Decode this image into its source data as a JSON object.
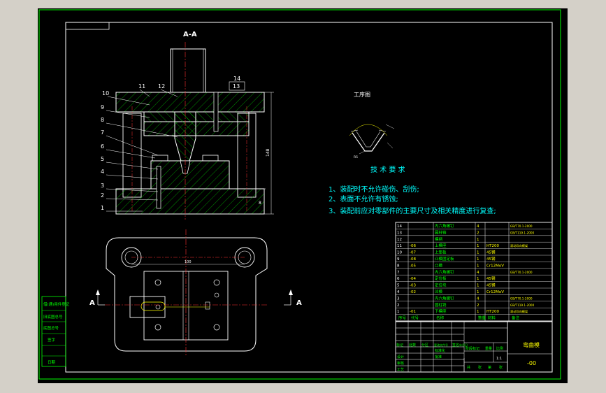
{
  "section_label": "A-A",
  "cut_label_left": "A",
  "cut_label_right": "A",
  "process_title": "工序图",
  "tech_title": "技 术 要 求",
  "tech_notes": [
    "1、装配时不允许碰伤、刮伤;",
    "2、表面不允许有锈蚀;",
    "3、装配前应对零部件的主要尺寸及相关精度进行复查;"
  ],
  "balloons": [
    "1",
    "2",
    "3",
    "4",
    "5",
    "6",
    "7",
    "8",
    "9",
    "10",
    "11",
    "12",
    "13",
    "14"
  ],
  "dim_width": "100",
  "dim_height": "148",
  "dim_base": "8",
  "radius_label": "R5",
  "bom_rows": [
    {
      "no": "14",
      "code": "",
      "name": "内六角螺钉",
      "qty": "4",
      "mat": "",
      "note": "GB/T70.1-2000"
    },
    {
      "no": "13",
      "code": "",
      "name": "圆柱销",
      "qty": "2",
      "mat": "",
      "note": "GB/T119.1-2000"
    },
    {
      "no": "12",
      "code": "",
      "name": "模柄",
      "qty": "1",
      "mat": "",
      "note": ""
    },
    {
      "no": "11",
      "code": "-06",
      "name": "上模座",
      "qty": "1",
      "mat": "HT200",
      "note": "滚动导向模架"
    },
    {
      "no": "10",
      "code": "-07",
      "name": "上垫板",
      "qty": "1",
      "mat": "45钢",
      "note": ""
    },
    {
      "no": "9",
      "code": "-08",
      "name": "凸模固定板",
      "qty": "1",
      "mat": "45钢",
      "note": ""
    },
    {
      "no": "8",
      "code": "-05",
      "name": "凸模",
      "qty": "1",
      "mat": "Cr12MoV",
      "note": ""
    },
    {
      "no": "7",
      "code": "",
      "name": "内六角螺钉",
      "qty": "4",
      "mat": "",
      "note": "GB/T70.1-2000"
    },
    {
      "no": "6",
      "code": "-04",
      "name": "定位板",
      "qty": "1",
      "mat": "45钢",
      "note": ""
    },
    {
      "no": "5",
      "code": "-03",
      "name": "定位块",
      "qty": "1",
      "mat": "45钢",
      "note": ""
    },
    {
      "no": "4",
      "code": "-02",
      "name": "凹模",
      "qty": "1",
      "mat": "Cr12MoV",
      "note": ""
    },
    {
      "no": "3",
      "code": "",
      "name": "内六角螺钉",
      "qty": "4",
      "mat": "",
      "note": "GB/T70.1-2000"
    },
    {
      "no": "2",
      "code": "",
      "name": "圆柱销",
      "qty": "2",
      "mat": "",
      "note": "GB/T119.1-2000"
    },
    {
      "no": "1",
      "code": "-01",
      "name": "下模座",
      "qty": "1",
      "mat": "HT200",
      "note": "滚动导向模架"
    }
  ],
  "bom_header": {
    "no": "序号",
    "code": "代号",
    "name": "名称",
    "qty": "数量",
    "mat": "材料",
    "note": "备注"
  },
  "title_block": {
    "drawing_name": "弯曲模",
    "drawing_code": "-00",
    "scale": "1:1",
    "sign_labels": [
      "标记",
      "处数",
      "分区",
      "更改文件号",
      "签名",
      "年月日"
    ],
    "role_labels": [
      "设计",
      "审核",
      "工艺"
    ],
    "std_labels": [
      "标准化",
      "批准"
    ],
    "stage_labels": [
      "阶段标记",
      "重量",
      "比例"
    ],
    "sheet_labels": [
      "共",
      "张",
      "第",
      "张"
    ]
  },
  "left_strip": [
    "借(通)用件登记",
    "旧底图总号",
    "底图总号",
    "签字",
    "日期"
  ]
}
